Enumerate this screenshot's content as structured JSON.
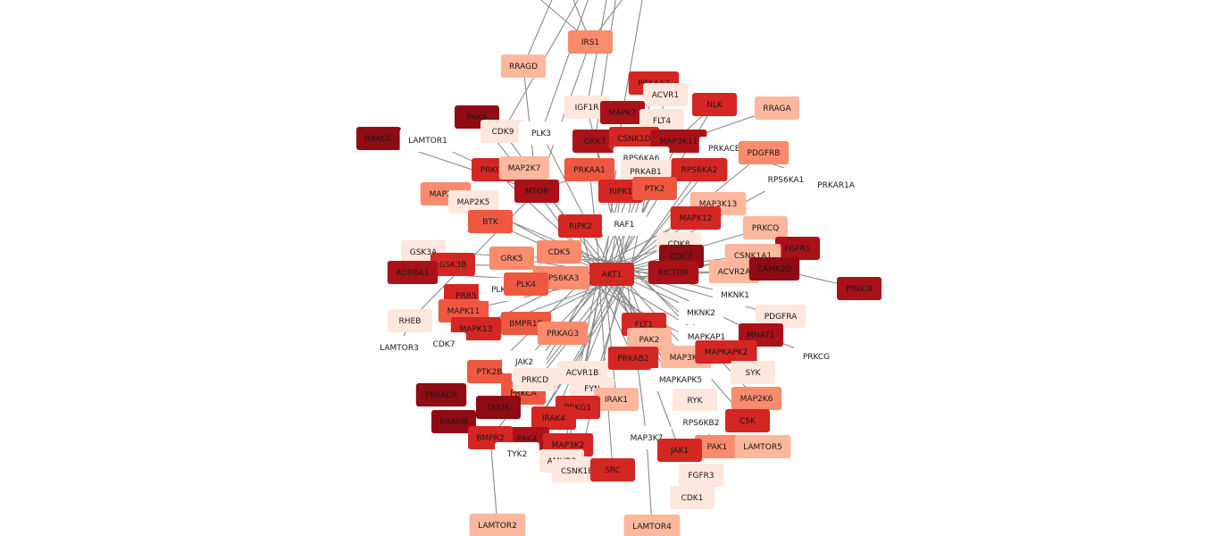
{
  "network": {
    "palette": {
      "c1": "#ffffff",
      "c2": "#fee7dd",
      "c3": "#fcb79d",
      "c4": "#fa8b6d",
      "c5": "#ef5840",
      "c6": "#d42623",
      "c7": "#ab1119",
      "c8": "#8f0c14"
    },
    "edge_color": "#8a8a8a",
    "nodes": [
      {
        "id": "IRS1",
        "shade": "c4"
      },
      {
        "id": "RRAGD",
        "shade": "c3"
      },
      {
        "id": "PRKAA2",
        "shade": "c6"
      },
      {
        "id": "ACVR1",
        "shade": "c2"
      },
      {
        "id": "NLK",
        "shade": "c6"
      },
      {
        "id": "RRAGA",
        "shade": "c3"
      },
      {
        "id": "IGF1R",
        "shade": "c2"
      },
      {
        "id": "MAPK7",
        "shade": "c7"
      },
      {
        "id": "FLT4",
        "shade": "c2"
      },
      {
        "id": "PAK6",
        "shade": "c8"
      },
      {
        "id": "CDK9",
        "shade": "c2"
      },
      {
        "id": "PLK3",
        "shade": "c1"
      },
      {
        "id": "GRK7",
        "shade": "c7"
      },
      {
        "id": "CSNK1D",
        "shade": "c6"
      },
      {
        "id": "MAP3K11",
        "shade": "c7"
      },
      {
        "id": "RRAGC",
        "shade": "c8"
      },
      {
        "id": "LAMTOR1",
        "shade": "c1"
      },
      {
        "id": "PRKACB",
        "shade": "c1"
      },
      {
        "id": "PDGFRB",
        "shade": "c4"
      },
      {
        "id": "RPS6KA6",
        "shade": "c1"
      },
      {
        "id": "PRKG2",
        "shade": "c6"
      },
      {
        "id": "MAP2K7",
        "shade": "c3"
      },
      {
        "id": "PRKAA1",
        "shade": "c5"
      },
      {
        "id": "PRKAB1",
        "shade": "c2"
      },
      {
        "id": "RPS6KA2",
        "shade": "c6"
      },
      {
        "id": "RPS6KA1",
        "shade": "c1"
      },
      {
        "id": "PRKAR1A",
        "shade": "c1"
      },
      {
        "id": "MAP2K2",
        "shade": "c4"
      },
      {
        "id": "MTOR",
        "shade": "c7"
      },
      {
        "id": "RIPK1",
        "shade": "c6"
      },
      {
        "id": "PTK2",
        "shade": "c5"
      },
      {
        "id": "MAP3K13",
        "shade": "c3"
      },
      {
        "id": "MAP2K5",
        "shade": "c2"
      },
      {
        "id": "BTK",
        "shade": "c5"
      },
      {
        "id": "RIPK2",
        "shade": "c6"
      },
      {
        "id": "RAF1",
        "shade": "c1"
      },
      {
        "id": "MAPK12",
        "shade": "c6"
      },
      {
        "id": "PRKCQ",
        "shade": "c3"
      },
      {
        "id": "FGFR1",
        "shade": "c7"
      },
      {
        "id": "CDK5",
        "shade": "c4"
      },
      {
        "id": "CDK8",
        "shade": "c2"
      },
      {
        "id": "CDC7",
        "shade": "c8"
      },
      {
        "id": "CSNK1A1",
        "shade": "c3"
      },
      {
        "id": "GSK3A",
        "shade": "c2"
      },
      {
        "id": "GSK3B",
        "shade": "c6"
      },
      {
        "id": "GRK5",
        "shade": "c4"
      },
      {
        "id": "RPS6KA3",
        "shade": "c4"
      },
      {
        "id": "AKT1",
        "shade": "c6"
      },
      {
        "id": "RICTOR",
        "shade": "c7"
      },
      {
        "id": "ACVR2A",
        "shade": "c3"
      },
      {
        "id": "CAMK2D",
        "shade": "c8"
      },
      {
        "id": "ADRBK1",
        "shade": "c7"
      },
      {
        "id": "PRKCB",
        "shade": "c7"
      },
      {
        "id": "PRR5",
        "shade": "c6"
      },
      {
        "id": "MAPK11",
        "shade": "c5"
      },
      {
        "id": "PLK1",
        "shade": "c1"
      },
      {
        "id": "MKNK1",
        "shade": "c1"
      },
      {
        "id": "PDGFRA",
        "shade": "c2"
      },
      {
        "id": "BMPR1B",
        "shade": "c5"
      },
      {
        "id": "RHEB",
        "shade": "c2"
      },
      {
        "id": "MAPK13",
        "shade": "c6"
      },
      {
        "id": "FLT1",
        "shade": "c6"
      },
      {
        "id": "PLK4",
        "shade": "c5"
      },
      {
        "id": "PAK2",
        "shade": "c3"
      },
      {
        "id": "MAPKAP1",
        "shade": "c1"
      },
      {
        "id": "MKNK2",
        "shade": "c1"
      },
      {
        "id": "LAMTOR3",
        "shade": "c1"
      },
      {
        "id": "CDK7",
        "shade": "c1"
      },
      {
        "id": "PRKAG3",
        "shade": "c4"
      },
      {
        "id": "MNAT1",
        "shade": "c7"
      },
      {
        "id": "PRKCG",
        "shade": "c1"
      },
      {
        "id": "PRKAB2",
        "shade": "c6"
      },
      {
        "id": "MAP3K6",
        "shade": "c3"
      },
      {
        "id": "MAPKAPK2",
        "shade": "c6"
      },
      {
        "id": "PTK2B",
        "shade": "c5"
      },
      {
        "id": "JAK2",
        "shade": "c1"
      },
      {
        "id": "ACVR1B",
        "shade": "c2"
      },
      {
        "id": "SYK",
        "shade": "c2"
      },
      {
        "id": "PRKACA",
        "shade": "c8"
      },
      {
        "id": "PRKCA",
        "shade": "c5"
      },
      {
        "id": "PRKCD",
        "shade": "c2"
      },
      {
        "id": "MAPKAPK5",
        "shade": "c1"
      },
      {
        "id": "CHUK",
        "shade": "c8"
      },
      {
        "id": "FYN",
        "shade": "c2"
      },
      {
        "id": "IRAK1",
        "shade": "c3"
      },
      {
        "id": "RYK",
        "shade": "c2"
      },
      {
        "id": "MAP2K6",
        "shade": "c4"
      },
      {
        "id": "PRKG1",
        "shade": "c6"
      },
      {
        "id": "IRAK4",
        "shade": "c6"
      },
      {
        "id": "RRAGB",
        "shade": "c8"
      },
      {
        "id": "RPS6KB2",
        "shade": "c1"
      },
      {
        "id": "CSK",
        "shade": "c6"
      },
      {
        "id": "PAK4",
        "shade": "c7"
      },
      {
        "id": "MAP3K2",
        "shade": "c6"
      },
      {
        "id": "BMPR2",
        "shade": "c6"
      },
      {
        "id": "MAP3K7",
        "shade": "c1"
      },
      {
        "id": "PAK1",
        "shade": "c4"
      },
      {
        "id": "LAMTOR5",
        "shade": "c3"
      },
      {
        "id": "TYK2",
        "shade": "c1"
      },
      {
        "id": "AMHR2",
        "shade": "c2"
      },
      {
        "id": "JAK1",
        "shade": "c6"
      },
      {
        "id": "CSNK1E",
        "shade": "c2"
      },
      {
        "id": "SRC",
        "shade": "c6"
      },
      {
        "id": "FGFR3",
        "shade": "c2"
      },
      {
        "id": "CDK1",
        "shade": "c2"
      },
      {
        "id": "LAMTOR2",
        "shade": "c3"
      },
      {
        "id": "LAMTOR4",
        "shade": "c3"
      }
    ]
  }
}
